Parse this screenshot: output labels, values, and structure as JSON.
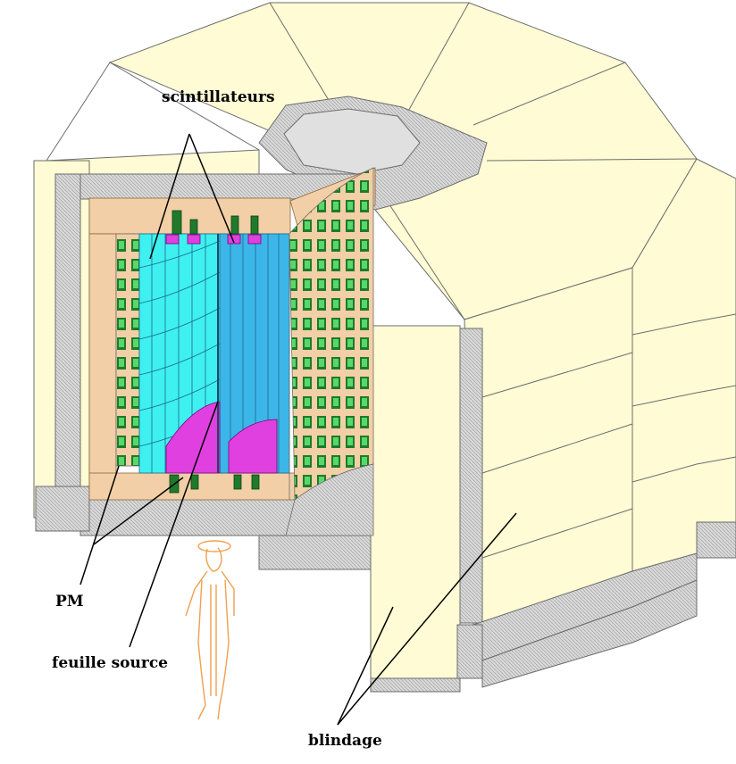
{
  "labels": {
    "scintillators": "scintillateurs",
    "pm": "PM",
    "source_foil": "feuille source",
    "shielding": "blindage"
  },
  "colors": {
    "shielding": "#fffbd4",
    "shielding_edge": "#6d6d6d",
    "frame": "#c8c8c8",
    "wood": "#f2cfa6",
    "scintillator_cyan": "#3ff0f0",
    "scintillator_blue": "#3cb6e8",
    "pm_green": "#2aa03c",
    "magenta": "#e040e0",
    "person": "#f0a050"
  },
  "icons": {
    "person": "human-silhouette-scale-figure"
  }
}
